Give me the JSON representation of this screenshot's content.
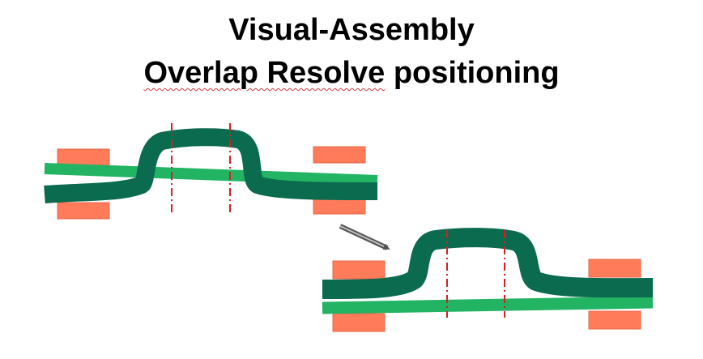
{
  "title": {
    "line1_part1": "Visual",
    "line1_part2": "-Assembly",
    "line2_part1": "Overlap Resolve",
    "line2_part2": " positioning"
  },
  "colors": {
    "dark_wire": "#0b6b4f",
    "light_wire": "#22b463",
    "pad": "#ff7b5a",
    "pad_edge": "#e4674a",
    "guide": "#d62020",
    "arrow": "#555555",
    "title": "#000000"
  }
}
